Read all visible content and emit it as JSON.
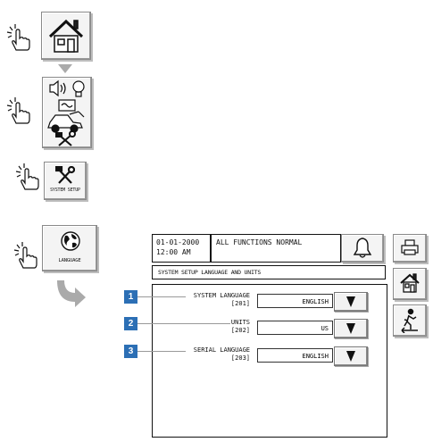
{
  "steps": {
    "system_setup_caption": "SYSTEM SETUP",
    "language_caption": "LANGUAGE"
  },
  "status_bar": {
    "date": "01-01-2000",
    "time": "12:00 AM",
    "message": "ALL FUNCTIONS NORMAL"
  },
  "screen": {
    "title": "SYSTEM SETUP LANGUAGE AND UNITS",
    "settings": [
      {
        "badge": "1",
        "label": "SYSTEM LANGUAGE",
        "code": "[201]",
        "value": "ENGLISH"
      },
      {
        "badge": "2",
        "label": "UNITS",
        "code": "[202]",
        "value": "US"
      },
      {
        "badge": "3",
        "label": "SERIAL LANGUAGE",
        "code": "[203]",
        "value": "ENGLISH"
      }
    ]
  },
  "colors": {
    "badge": "#2c6fb5",
    "arrow": "#aaaaaa"
  }
}
